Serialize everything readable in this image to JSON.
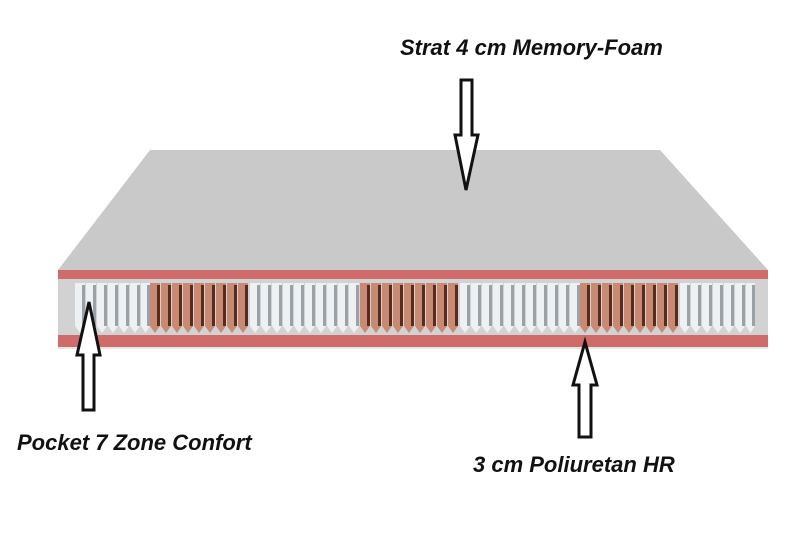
{
  "labels": {
    "top_layer": "Strat 4 cm Memory-Foam",
    "core": "Pocket 7 Zone Confort",
    "bottom_layer": "3 cm Poliuretan HR"
  },
  "zones": [
    "white",
    "brown",
    "white",
    "brown",
    "white",
    "brown",
    "white"
  ],
  "colors": {
    "foam_top": "#c9c9c9",
    "band": "#cf6b6b",
    "core_bg": "#d2d2d2",
    "spring_white": "#eef1f3",
    "spring_white_shade": "#9aa2a8",
    "spring_brown": "#c88a72",
    "spring_brown_shade": "#5a2a1c",
    "arrow": "#111111"
  }
}
